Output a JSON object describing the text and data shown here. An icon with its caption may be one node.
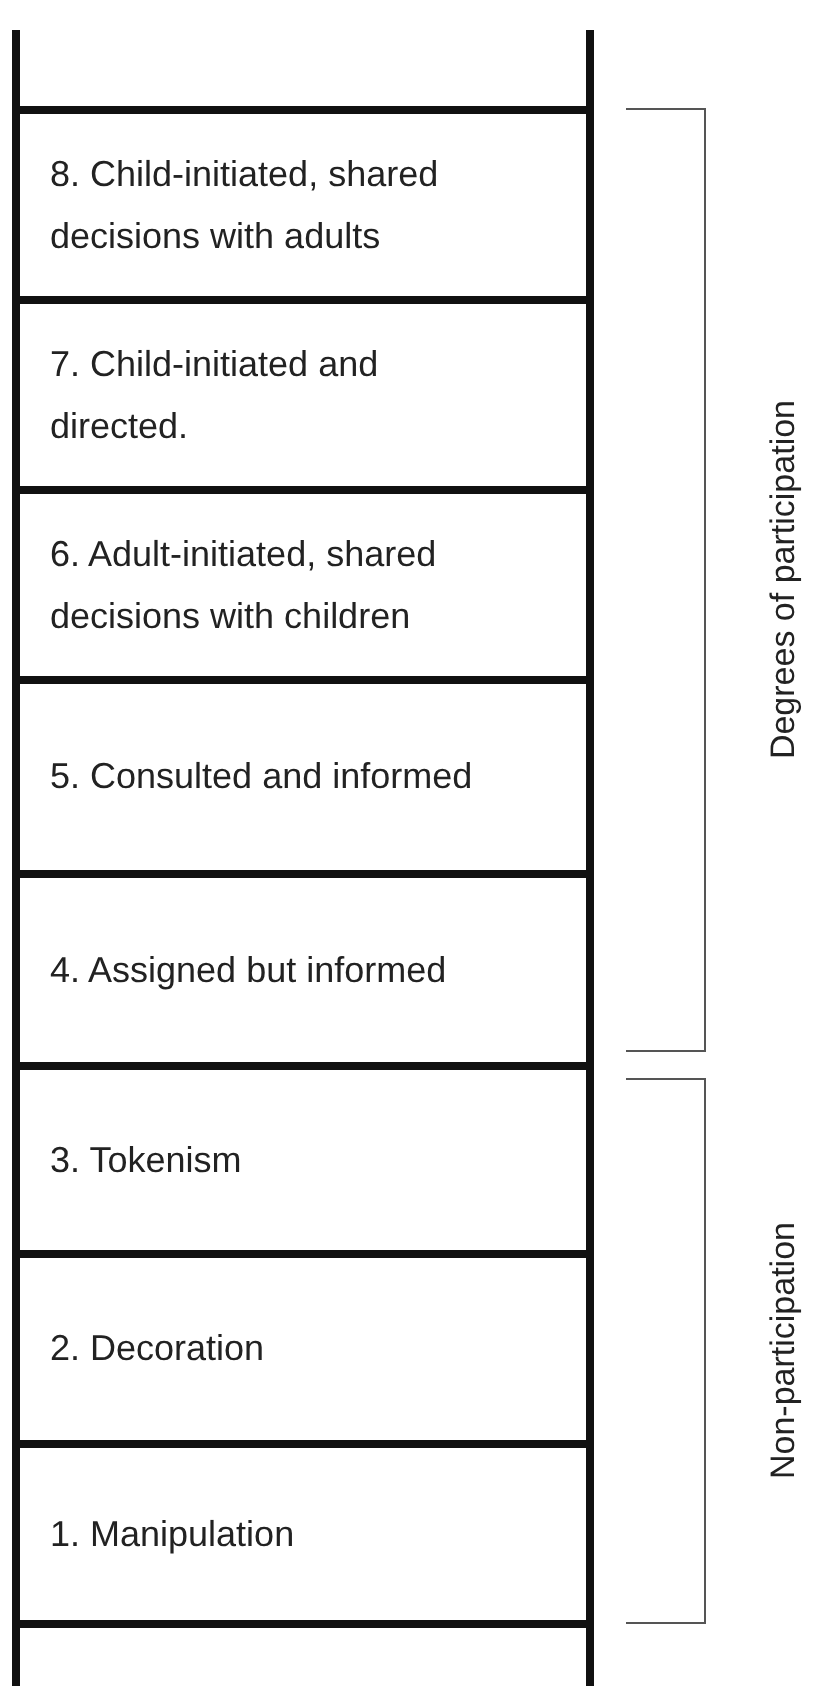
{
  "diagram": {
    "nodes": [
      {
        "text": [
          "8. Child-initiated, shared decisions with adults"
        ]
      },
      {
        "text": [
          "7. Child-initiated and directed."
        ]
      },
      {
        "text": [
          "6. Adult-initiated, shared decisions with children"
        ]
      },
      {
        "text": [
          "5. Consulted and informed"
        ]
      },
      {
        "text": [
          "4. Assigned but informed"
        ]
      },
      {
        "text": [
          "3. Tokenism"
        ]
      },
      {
        "text": [
          "2. Decoration"
        ]
      },
      {
        "text": [
          "1. Manipulation"
        ]
      }
    ],
    "labels": [
      "Degrees of participation",
      "Non-participation"
    ]
  }
}
